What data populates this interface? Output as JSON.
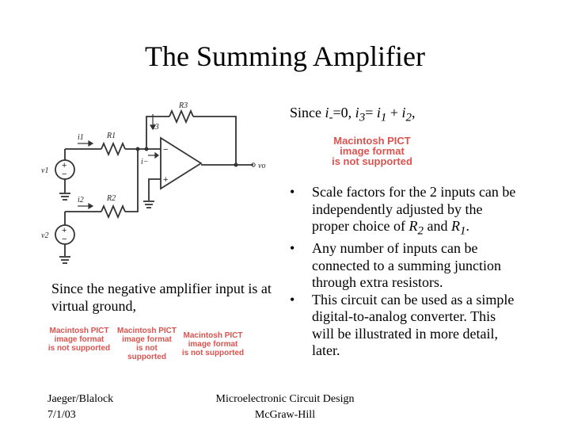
{
  "slide": {
    "title": "The Summing Amplifier"
  },
  "circuit": {
    "labels": {
      "r1": "R1",
      "r2": "R2",
      "r3": "R3",
      "i1": "i1",
      "i2": "i2",
      "i3": "i3",
      "iminus": "i−",
      "v1": "v1",
      "v2": "v2",
      "vo": "vo",
      "minus": "−",
      "plus": "+"
    }
  },
  "since_current": {
    "prefix": "Since ",
    "parts": [
      {
        "t": "i",
        "style": "i"
      },
      {
        "t": "-",
        "style": "sub"
      },
      {
        "t": "=0, ",
        "style": "n"
      },
      {
        "t": "i",
        "style": "i"
      },
      {
        "t": "3",
        "style": "sub"
      },
      {
        "t": "= ",
        "style": "n"
      },
      {
        "t": "i",
        "style": "i"
      },
      {
        "t": "1",
        "style": "sub"
      },
      {
        "t": " + ",
        "style": "n"
      },
      {
        "t": "i",
        "style": "i"
      },
      {
        "t": "2",
        "style": "sub"
      },
      {
        "t": ",",
        "style": "n"
      }
    ]
  },
  "pict_placeholder": {
    "line1": "Macintosh PICT",
    "line2": "image format",
    "line3": "is not supported"
  },
  "bullets": [
    {
      "parts": [
        {
          "t": "Scale factors for the 2 inputs can be independently adjusted by the proper choice of ",
          "style": "n"
        },
        {
          "t": "R",
          "style": "i"
        },
        {
          "t": "2",
          "style": "sub"
        },
        {
          "t": " and ",
          "style": "n"
        },
        {
          "t": "R",
          "style": "i"
        },
        {
          "t": "1",
          "style": "sub"
        },
        {
          "t": ".",
          "style": "n"
        }
      ]
    },
    {
      "parts": [
        {
          "t": "Any number of inputs can be connected to a summing junction through extra resistors.",
          "style": "n"
        }
      ]
    },
    {
      "parts": [
        {
          "t": "This circuit can be used as a simple digital-to-analog converter.  This will be illustrated in more detail, later.",
          "style": "n"
        }
      ]
    }
  ],
  "bullet_char": "•",
  "virtual_ground_text": "Since the negative amplifier input is at virtual ground,",
  "footer": {
    "author": "Jaeger/Blalock",
    "date": "7/1/03",
    "book": "Microelectronic Circuit Design",
    "publisher": "McGraw-Hill"
  }
}
